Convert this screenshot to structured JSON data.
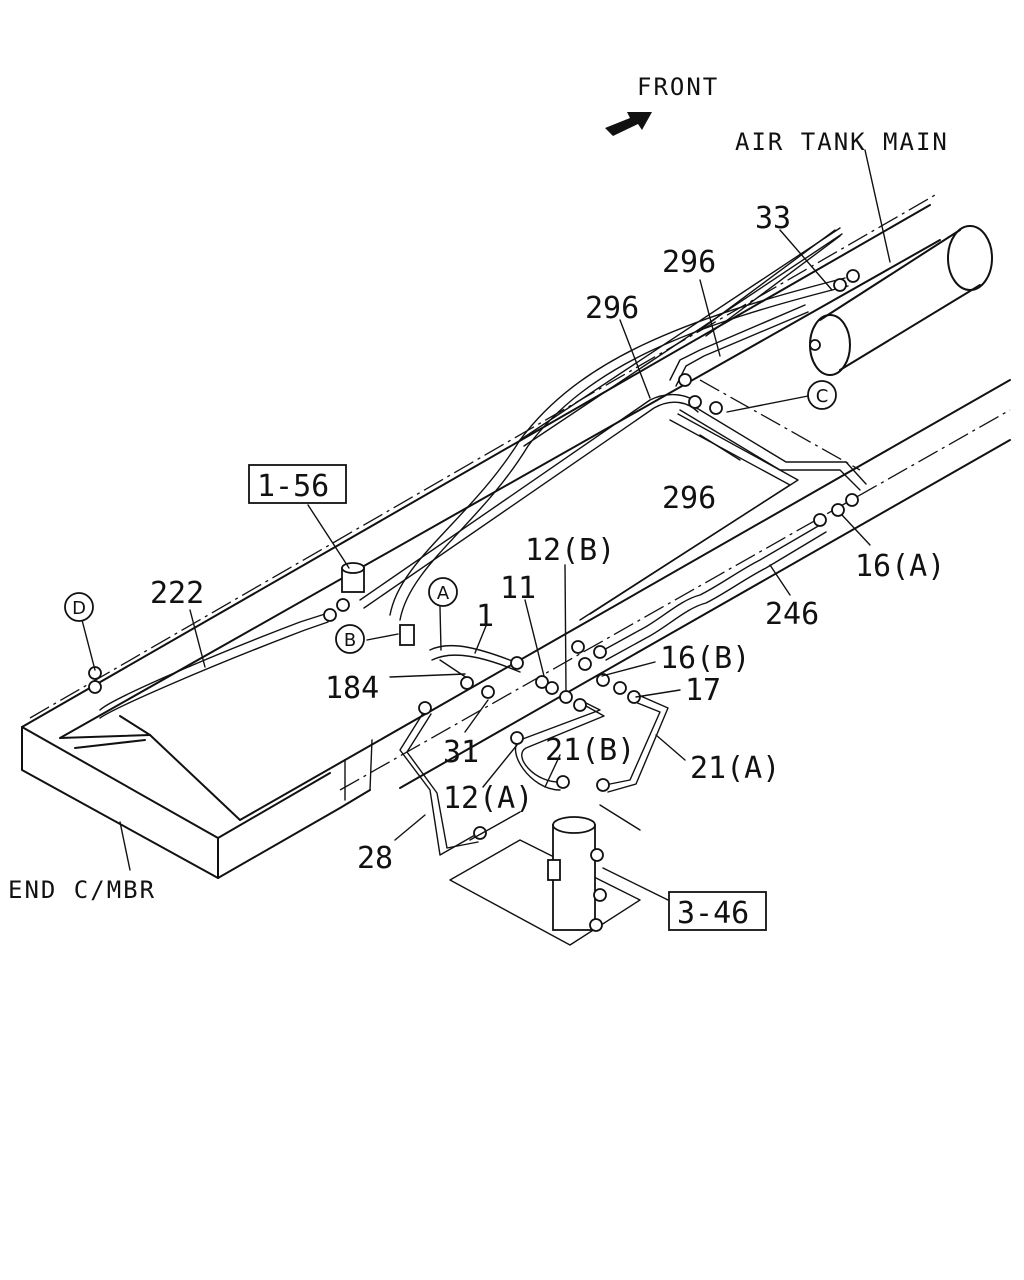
{
  "labels": {
    "front": "FRONT",
    "air_tank_main": "AIR TANK MAIN",
    "end_cmbr": "END C/MBR",
    "p33": "33",
    "p296_a": "296",
    "p296_b": "296",
    "p296_c": "296",
    "p1_56": "1-56",
    "p222": "222",
    "p12b": "12(B)",
    "p11": "11",
    "p1": "1",
    "p16a": "16(A)",
    "p246": "246",
    "p16b": "16(B)",
    "p17": "17",
    "p184": "184",
    "p31": "31",
    "p21b": "21(B)",
    "p21a": "21(A)",
    "p12a": "12(A)",
    "p28": "28",
    "p3_46": "3-46"
  },
  "callouts": {
    "a": "A",
    "b": "B",
    "c": "C",
    "d": "D"
  }
}
